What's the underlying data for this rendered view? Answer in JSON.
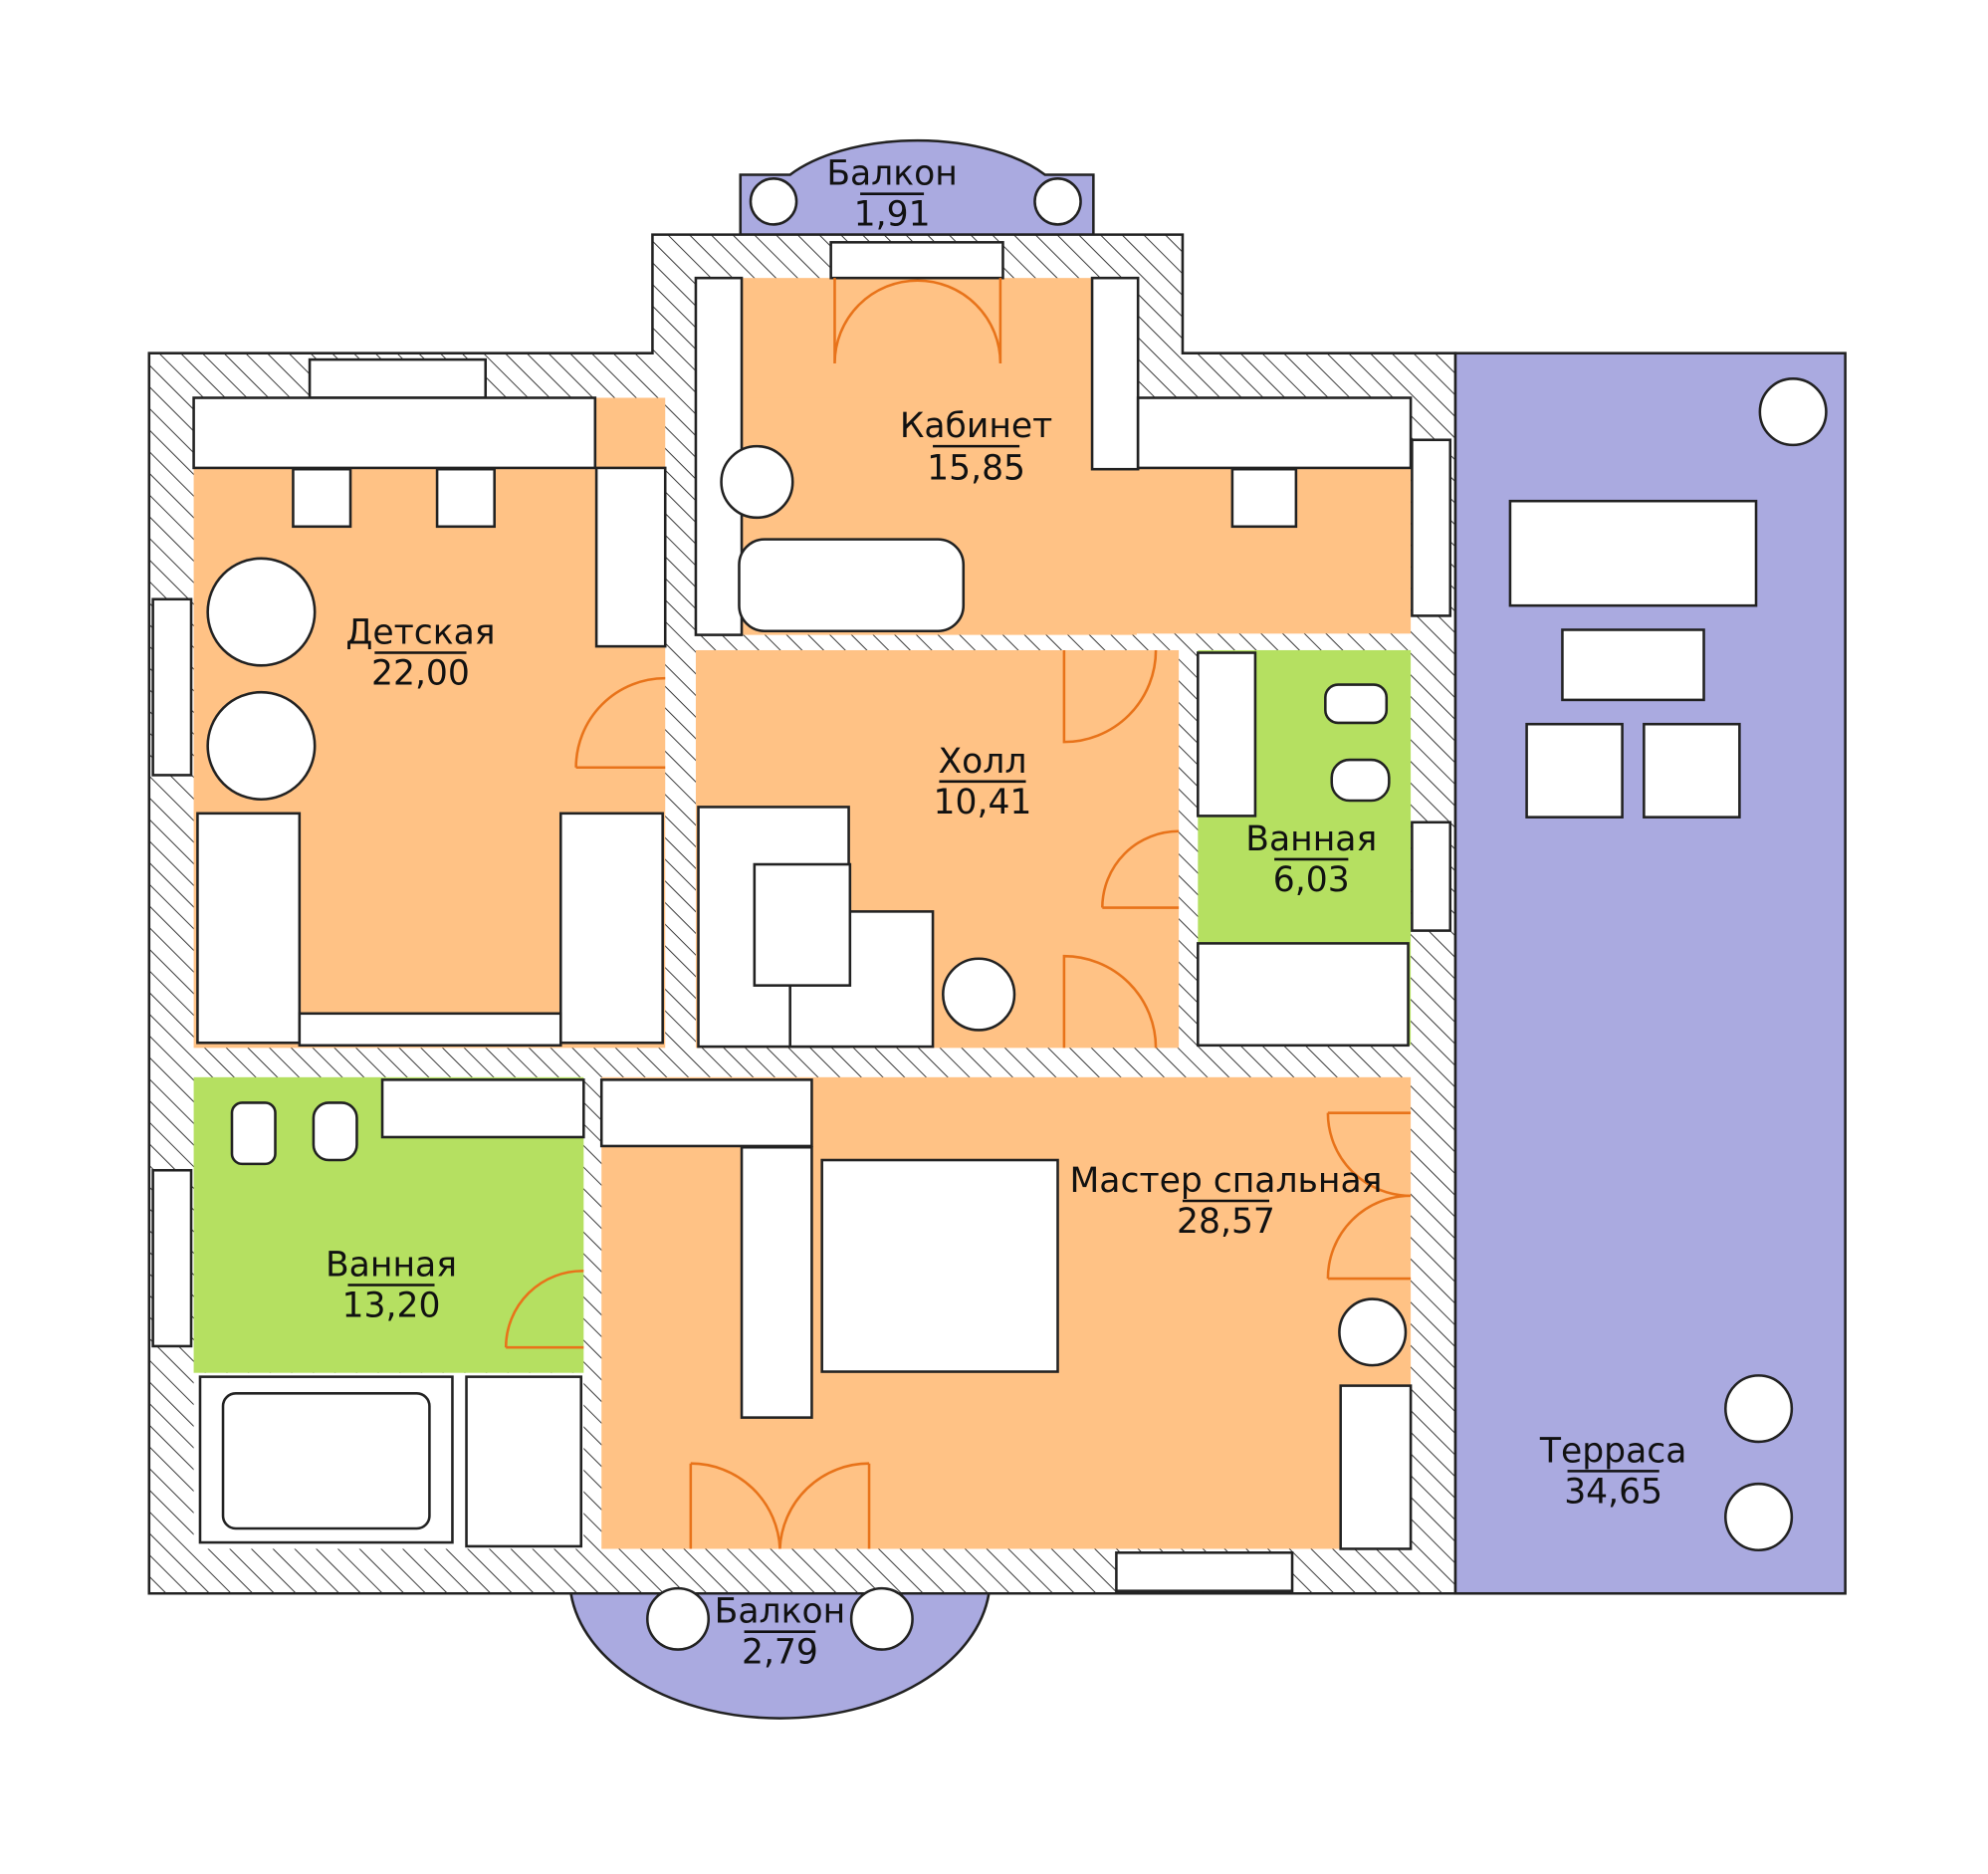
{
  "plan": {
    "rooms": [
      {
        "name": "Балкон",
        "area": "1,91"
      },
      {
        "name": "Кабинет",
        "area": "15,85"
      },
      {
        "name": "Детская",
        "area": "22,00"
      },
      {
        "name": "Холл",
        "area": "10,41"
      },
      {
        "name": "Ванная",
        "area": "6,03"
      },
      {
        "name": "Ванная",
        "area": "13,20"
      },
      {
        "name": "Мастер спальная",
        "area": "28,57"
      },
      {
        "name": "Терраса",
        "area": "34,65"
      },
      {
        "name": "Балкон",
        "area": "2,79"
      }
    ],
    "colors": {
      "living": "#ffc285",
      "wet": "#b5e061",
      "outdoor": "#aaaae0"
    }
  }
}
